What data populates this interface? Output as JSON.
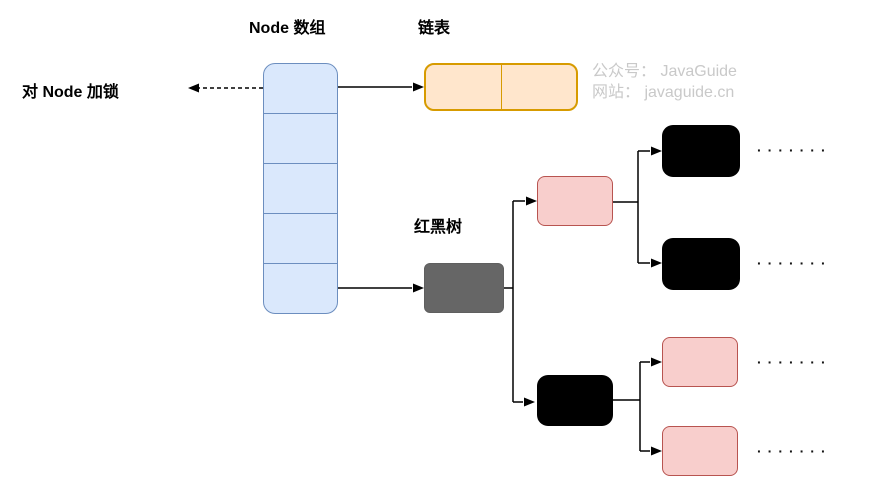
{
  "labels": {
    "node_array": "Node 数组",
    "linked_list": "链表",
    "lock_hint": "对 Node 加锁",
    "red_black_tree": "红黑树"
  },
  "watermark": {
    "line1": "公众号： JavaGuide",
    "line2": "网站： javaguide.cn"
  },
  "array": {
    "cell_count": 5
  },
  "linked_list_node": {
    "cell_count": 2
  },
  "ellipsis": "·······",
  "colors": {
    "array-fill": "#dae8fc",
    "array-stroke": "#6c8ebf",
    "list-fill": "#ffe6cc",
    "list-stroke": "#d79b00",
    "red-node-fill": "#f8cecc",
    "red-node-stroke": "#b85450",
    "root-node-fill": "#666666",
    "black-node-fill": "#000000",
    "watermark-text": "#c9c9c9",
    "connector": "#000000"
  }
}
